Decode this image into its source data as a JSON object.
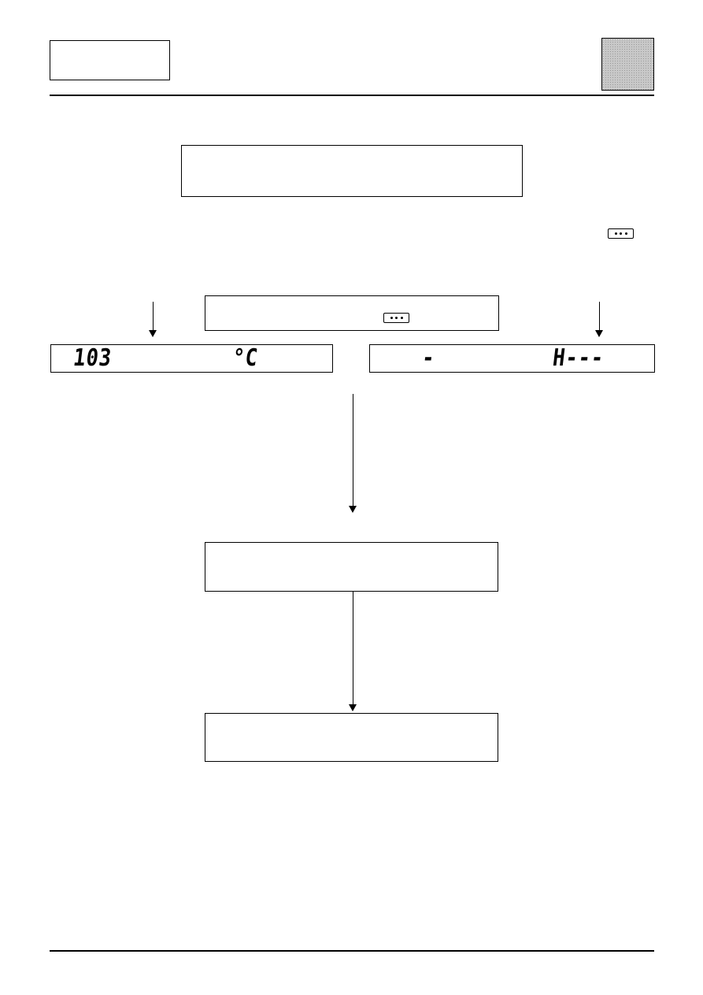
{
  "display_left": {
    "value": "103",
    "unit": "°C"
  },
  "display_right": {
    "left_segment": "-",
    "right_segment": "H---"
  },
  "icons": {
    "key_top_right": "ellipsis-key-icon",
    "key_in_box": "ellipsis-key-icon"
  }
}
